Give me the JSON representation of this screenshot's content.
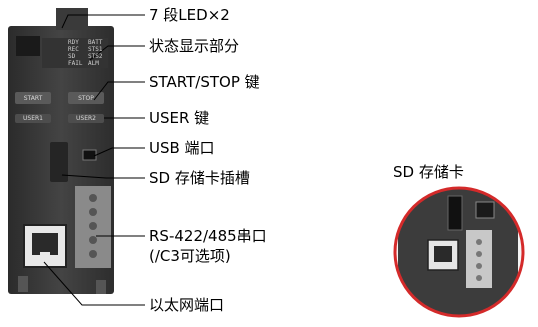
{
  "callouts": {
    "led7seg": "7 段LED×2",
    "status_display": "状态显示部分",
    "start_stop_key": "START/STOP 键",
    "user_key": "USER 键",
    "usb_port": "USB 端口",
    "sd_slot": "SD 存储卡插槽",
    "rs_port_line1": "RS-422/485串口",
    "rs_port_line2": "(/C3可选项)",
    "ethernet_port": "以太网端口",
    "sd_card": "SD 存储卡"
  },
  "device": {
    "status_leds_left": [
      "RDY",
      "REC",
      "SD",
      "FAIL"
    ],
    "status_leds_right": [
      "BATT",
      "STS1",
      "STS2",
      "ALM"
    ],
    "start_button": "START",
    "stop_button": "STOP",
    "user1_button": "USER1",
    "user2_button": "USER2"
  },
  "colors": {
    "device_body": "#3a3a3a",
    "device_dark": "#222222",
    "callout_line": "#000000",
    "magnifier_ring": "#d42a2a"
  }
}
